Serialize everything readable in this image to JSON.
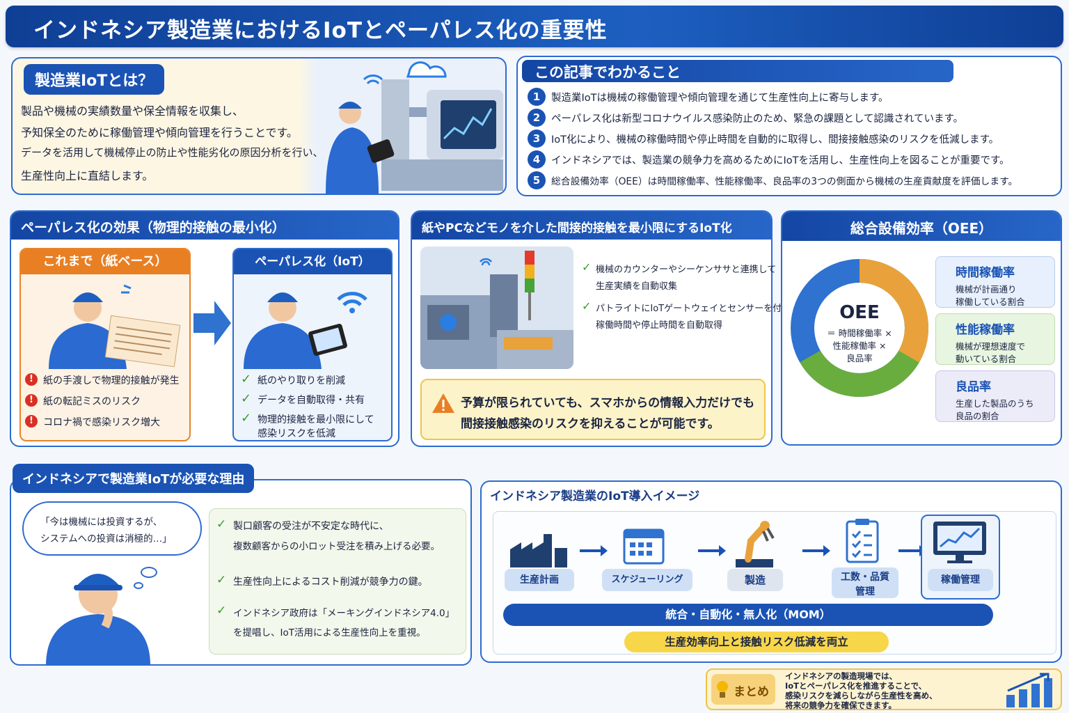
{
  "title": "インドネシア製造業におけるIoTとペーパレス化の重要性",
  "what": {
    "heading": "製造業IoTとは？",
    "lines": [
      "製品や機械の実績数量や保全情報を収集し、",
      "予知保全のために稼働管理や傾向管理を行うことです。",
      "データを活用して機械停止の防止や性能劣化の原因分析を行い、",
      "生産性向上に直結します。"
    ]
  },
  "learn": {
    "heading": "この記事でわかること",
    "items": [
      {
        "num": "1",
        "text": "製造業IoTは機械の稼働管理や傾向管理を通じて生産性向上に寄与します。"
      },
      {
        "num": "2",
        "text": "ペーパレス化は新型コロナウイルス感染防止のため、緊急の課題として認識されています。"
      },
      {
        "num": "3",
        "text": "IoT化により、機械の稼働時間や停止時間を自動的に取得し、間接接触感染のリスクを低減します。"
      },
      {
        "num": "4",
        "text": "インドネシアでは、製造業の競争力を高めるためにIoTを活用し、生産性向上を図ることが重要です。"
      },
      {
        "num": "5",
        "text": "総合設備効率（OEE）は時間稼働率、性能稼働率、良品率の3つの側面から機械の生産貢献度を評価します。"
      }
    ]
  },
  "paperless": {
    "heading": "ペーパレス化の効果（物理的接触の最小化）",
    "before": {
      "label": "これまで（紙ベース）",
      "items": [
        "紙の手渡しで物理的接触が発生",
        "紙の転記ミスのリスク",
        "コロナ禍で感染リスク増大"
      ]
    },
    "after": {
      "label": "ペーパレス化（IoT）",
      "items": [
        "紙のやり取りを削減",
        "データを自動取得・共有",
        "物理的接触を最小限にして",
        "感染リスクを低減"
      ]
    }
  },
  "indirect": {
    "heading": "紙やPCなどモノを介した間接的接触を最小限にするIoT化",
    "points": [
      [
        "機械のカウンターやシーケンササと連携して",
        "生産実績を自動収集"
      ],
      [
        "パトライトにIoTゲートウェイとセンサーを付けて",
        "稼働時間や停止時間を自動取得"
      ]
    ],
    "warning": [
      "予算が限られていても、スマホからの情報入力だけでも",
      "間接接触感染のリスクを抑えることが可能です。"
    ]
  },
  "oee": {
    "heading": "総合設備効率（OEE）",
    "center_title": "OEE",
    "center_lines": [
      "＝ 時間稼働率 ×",
      "性能稼働率 ×",
      "良品率"
    ],
    "cards": [
      {
        "title": "時間稼働率",
        "desc": [
          "機械が計画通り",
          "稼働している割合"
        ],
        "color": "#e9a23b"
      },
      {
        "title": "性能稼働率",
        "desc": [
          "機械が理想速度で",
          "動いている割合"
        ],
        "color": "#6aad3f"
      },
      {
        "title": "良品率",
        "desc": [
          "生産した製品のうち",
          "良品の割合"
        ],
        "color": "#2f72d0"
      }
    ]
  },
  "reason": {
    "heading": "インドネシアで製造業IoTが必要な理由",
    "bubble": [
      "「今は機械には投資するが、",
      "システムへの投資は消極的…」"
    ],
    "points": [
      [
        "製口顧客の受注が不安定な時代に、",
        "複数顧客からの小ロット受注を積み上げる必要。"
      ],
      [
        "生産性向上によるコスト削減が競争力の鍵。"
      ],
      [
        "インドネシア政府は「メーキングインドネシア4.0」",
        "を提唱し、IoT活用による生産性向上を重視。"
      ]
    ]
  },
  "image": {
    "heading": "インドネシア製造業のIoT導入イメージ",
    "steps": [
      "生産計画",
      "スケジューリング",
      "製造",
      "工数・品質管理",
      "稼働管理"
    ],
    "step4_lines": [
      "工数・品質",
      "管理"
    ],
    "bar": "統合・自動化・無人化（MOM）",
    "yellow": "生産効率向上と接触リスク低減を両立"
  },
  "summary": {
    "tag": "まとめ",
    "lines": [
      "インドネシアの製造現場では、",
      "IoTとペーパレス化を推進することで、",
      "感染リスクを減らしながら生産性を高め、",
      "将来の競争力を確保できます。"
    ]
  }
}
